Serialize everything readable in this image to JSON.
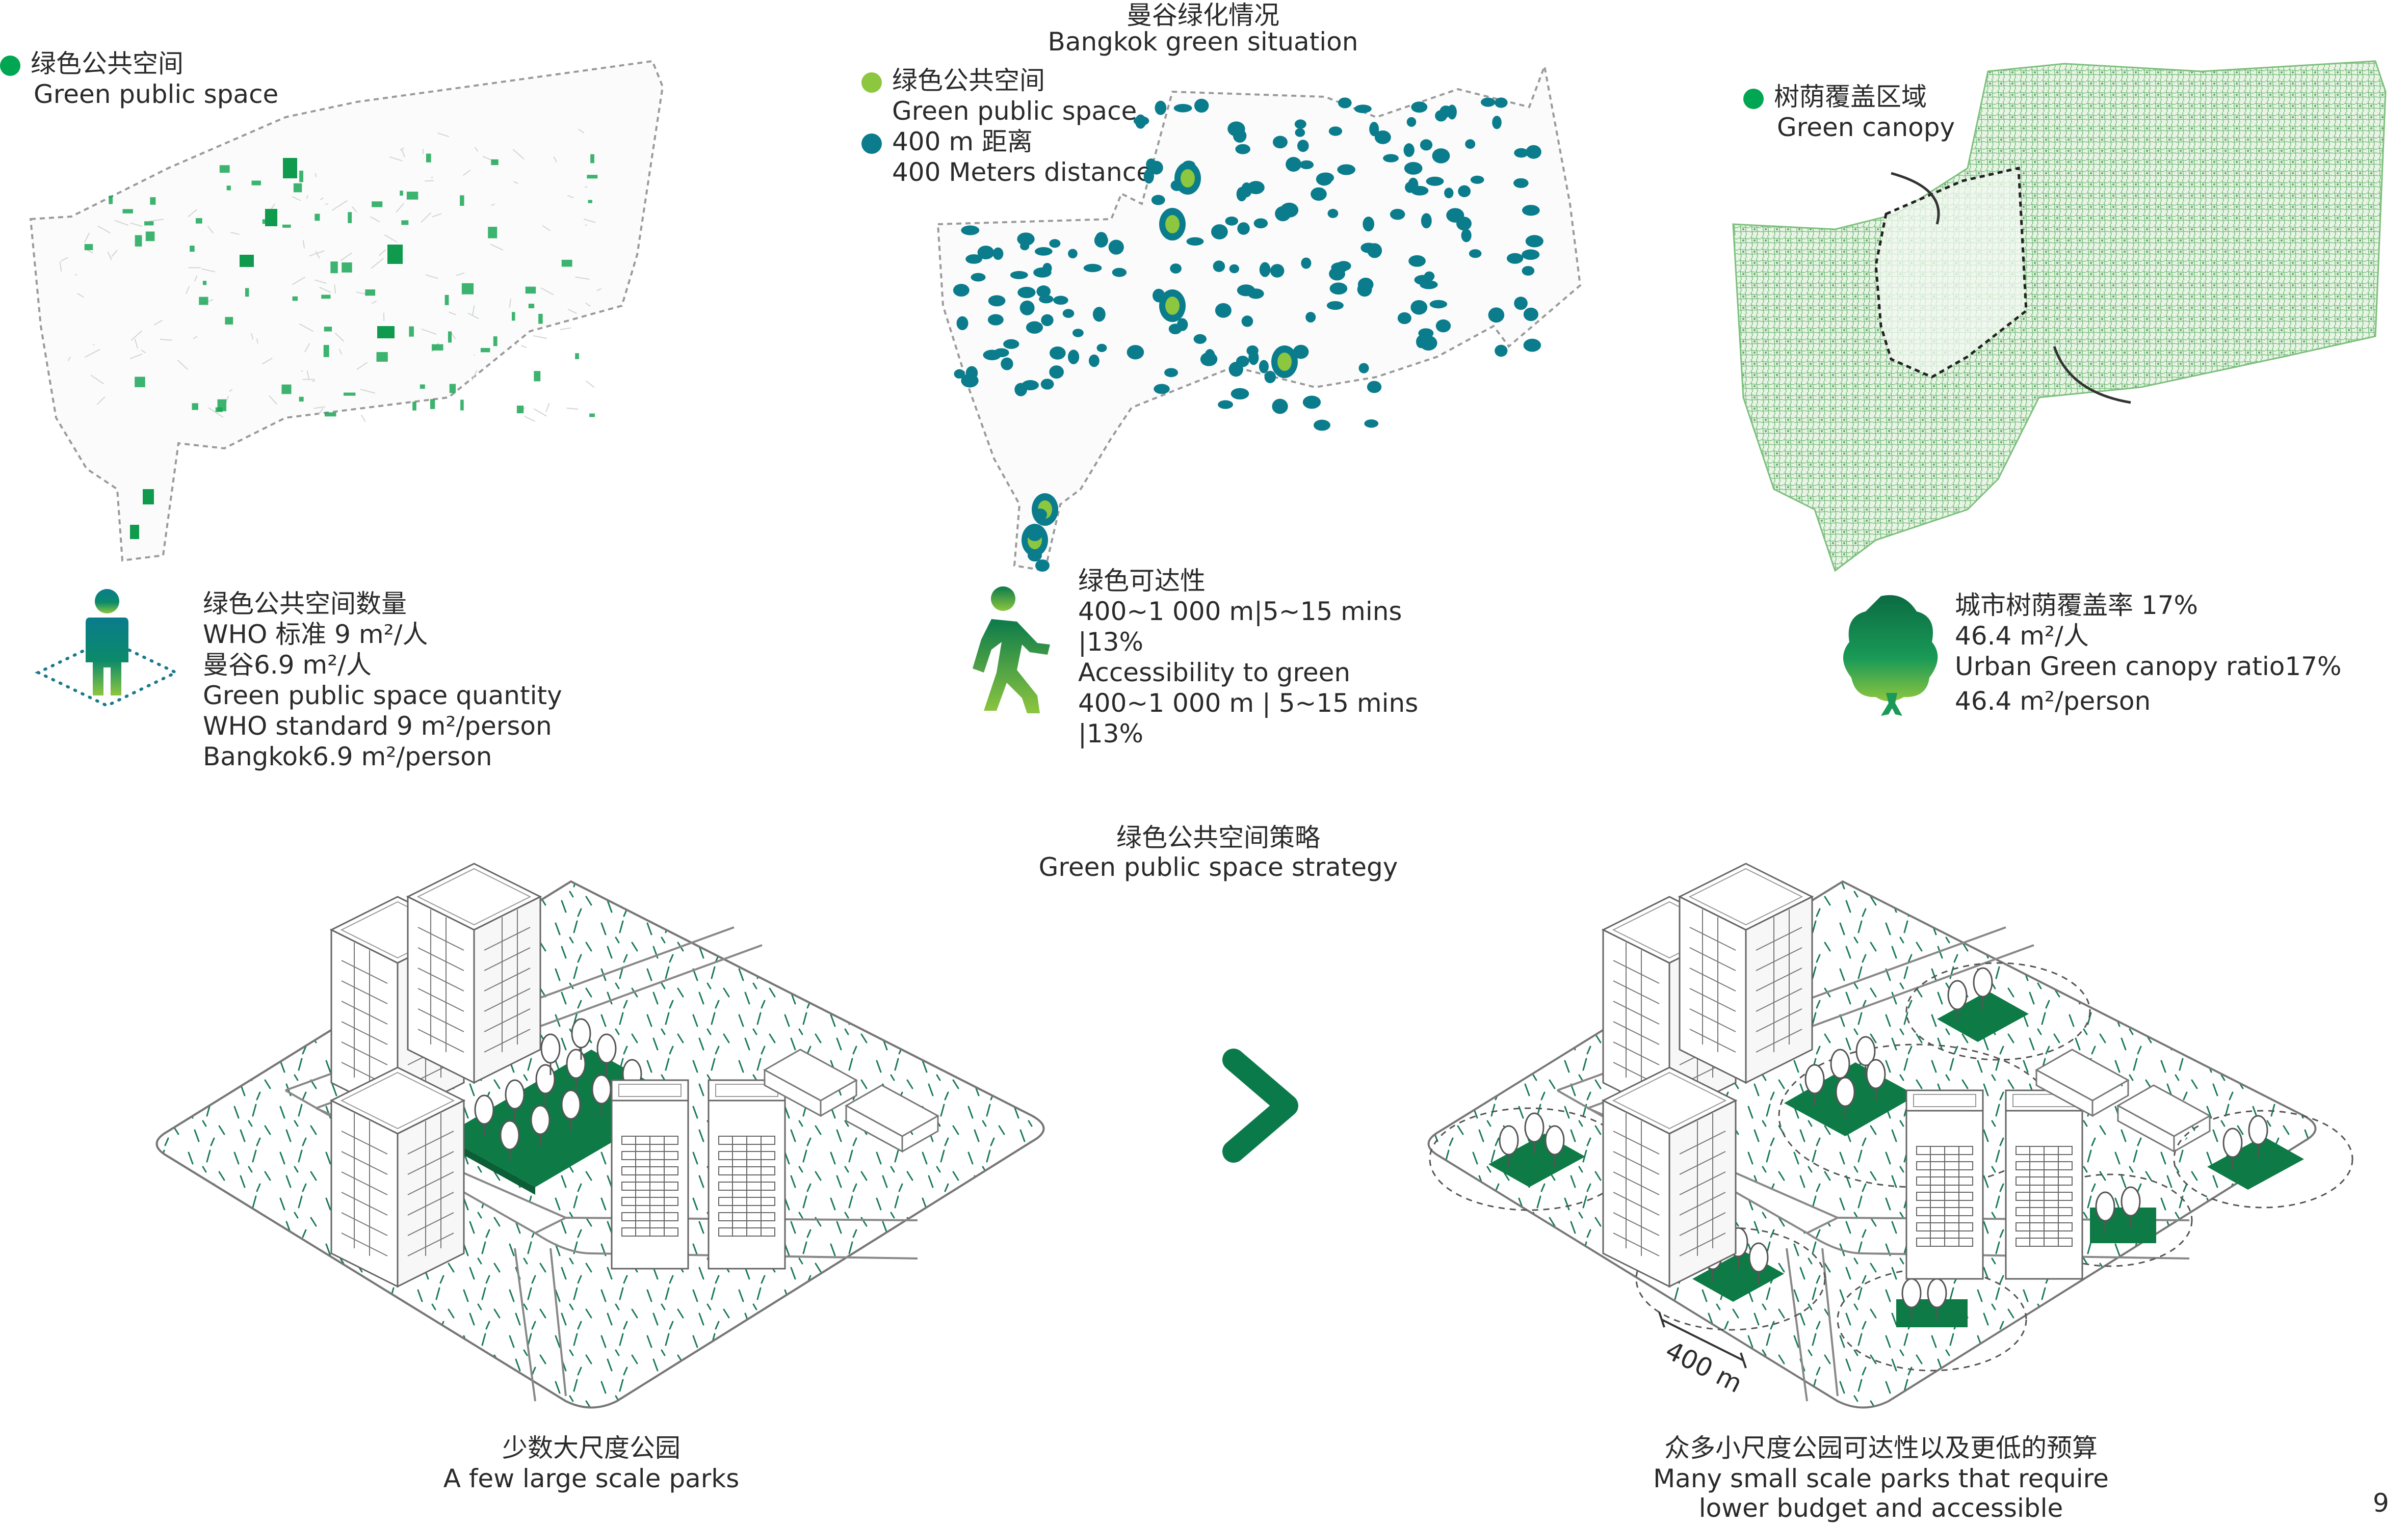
{
  "header": {
    "title_cn": "曼谷绿化情况",
    "title_en": "Bangkok green situation"
  },
  "panel_left": {
    "legend": {
      "cn": "绿色公共空间",
      "en": "Green public space",
      "color": "#00a651"
    },
    "stats": [
      "绿色公共空间数量",
      "WHO 标准 9 m²/人",
      "曼谷6.9 m²/人",
      "Green public space quantity",
      "WHO standard 9 m²/person",
      "Bangkok6.9 m²/person"
    ]
  },
  "panel_middle": {
    "legend": [
      {
        "cn": "绿色公共空间",
        "en": "Green public space",
        "color": "#8dc63f"
      },
      {
        "cn": "400 m 距离",
        "en": "400 Meters distance",
        "color": "#0a7c8c"
      }
    ],
    "stats": [
      "绿色可达性",
      "400~1 000 m|5~15 mins",
      "|13%",
      "Accessibility to green",
      "400~1 000 m | 5~15 mins",
      "|13%"
    ]
  },
  "panel_right": {
    "legend": {
      "cn": "树荫覆盖区域",
      "en": "Green canopy",
      "color": "#00a651"
    },
    "stats": [
      "城市树荫覆盖率 17%",
      "46.4 m²/人",
      "Urban Green canopy ratio17%",
      "46.4 m²/person"
    ]
  },
  "strategy": {
    "title_cn": "绿色公共空间策略",
    "title_en": "Green public space strategy",
    "left_caption_cn": "少数大尺度公园",
    "left_caption_en": "A few large scale parks",
    "right_caption_cn": "众多小尺度公园可达性以及更低的预算",
    "right_caption_en_1": "Many small scale parks that require",
    "right_caption_en_2": "lower budget and accessible",
    "distance_label": "400 m"
  },
  "page_number": "9",
  "colors": {
    "green_dark": "#0b7a4b",
    "green_mid": "#00a651",
    "green_light": "#8dc63f",
    "teal": "#0a7c8c",
    "park_fill": "#0e7a45"
  }
}
